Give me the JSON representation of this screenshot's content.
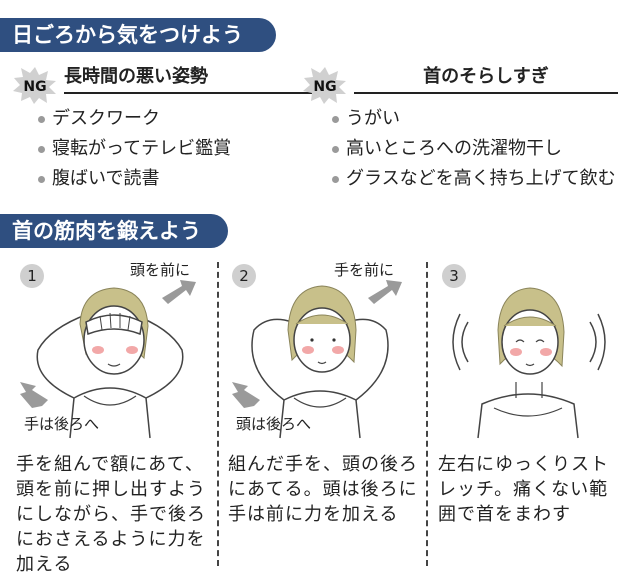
{
  "banners": {
    "habits": "日ごろから気をつけよう",
    "muscles": "首の筋肉を鍛えよう"
  },
  "ng_badge": "NG",
  "ng_sections": [
    {
      "title": "長時間の悪い姿勢",
      "items": [
        "デスクワーク",
        "寝転がってテレビ鑑賞",
        "腹ばいで読書"
      ]
    },
    {
      "title": "首のそらしすぎ",
      "items": [
        "うがい",
        "高いところへの洗濯物干し",
        "グラスなどを高く持ち上げて飲む"
      ]
    }
  ],
  "steps": [
    {
      "number": "1",
      "top_label": "頭を前に",
      "bottom_label": "手は後ろへ",
      "description": "手を組んで額にあて、頭を前に押し出すようにしながら、手で後ろにおさえるように力を加える"
    },
    {
      "number": "2",
      "top_label": "手を前に",
      "bottom_label": "頭は後ろへ",
      "description": "組んだ手を、頭の後ろにあてる。頭は後ろに手は前に力を加える"
    },
    {
      "number": "3",
      "description": "左右にゆっくりストレッチ。痛くない範囲で首をまわす"
    }
  ],
  "colors": {
    "banner": "#2f4f80",
    "hair": "#c8c08a",
    "cheek": "#f2a8a8",
    "arrow": "#9a9a9a"
  }
}
